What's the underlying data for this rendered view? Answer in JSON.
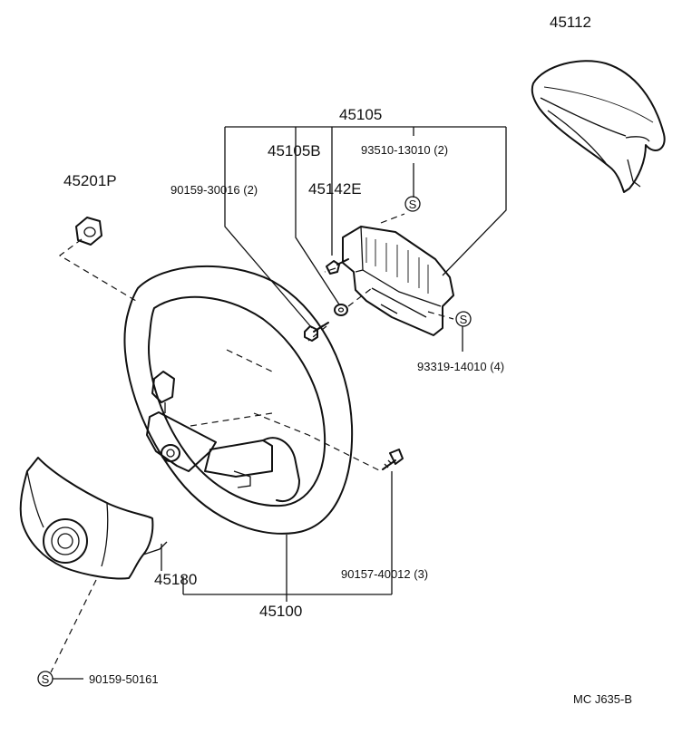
{
  "labels": {
    "p45112": "45112",
    "p45105": "45105",
    "p45105b": "45105B",
    "p93510": "93510-13010 (2)",
    "p45201p": "45201P",
    "p90159_30016": "90159-30016 (2)",
    "p45142e": "45142E",
    "p93319": "93319-14010 (4)",
    "p45180": "45180",
    "p90157": "90157-40012 (3)",
    "p45100": "45100",
    "p90159_50161": "90159-50161",
    "drawing_code": "MC J635-B"
  },
  "symbols": {
    "s_mark": "S"
  }
}
